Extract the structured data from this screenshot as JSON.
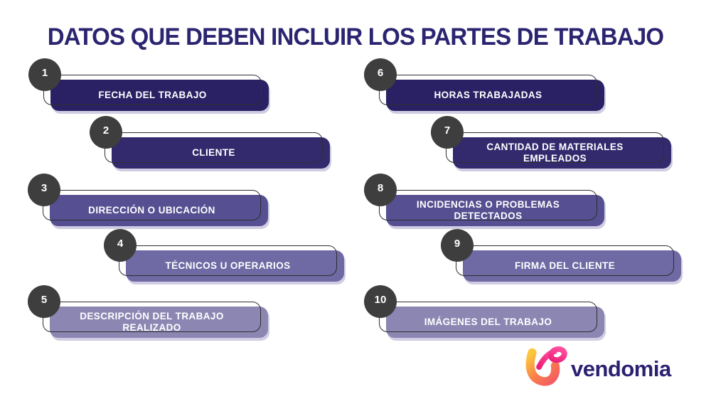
{
  "title": "DATOS QUE DEBEN INCLUIR LOS PARTES DE TRABAJO",
  "items": [
    {
      "number": "1",
      "label": "FECHA DEL TRABAJO",
      "color": "#2a2164"
    },
    {
      "number": "2",
      "label": "CLIENTE",
      "color": "#332a6e"
    },
    {
      "number": "3",
      "label": "DIRECCIÓN O UBICACIÓN",
      "color": "#564f91"
    },
    {
      "number": "4",
      "label": "TÉCNICOS U OPERARIOS",
      "color": "#6f69a4"
    },
    {
      "number": "5",
      "label": "DESCRIPCIÓN DEL TRABAJO REALIZADO",
      "color": "#8c86b3"
    },
    {
      "number": "6",
      "label": "HORAS TRABAJADAS",
      "color": "#2a2164"
    },
    {
      "number": "7",
      "label": "CANTIDAD DE MATERIALES EMPLEADOS",
      "color": "#332a6e"
    },
    {
      "number": "8",
      "label": "INCIDENCIAS O PROBLEMAS DETECTADOS",
      "color": "#564f91"
    },
    {
      "number": "9",
      "label": "FIRMA DEL CLIENTE",
      "color": "#6f69a4"
    },
    {
      "number": "10",
      "label": "IMÁGENES DEL TRABAJO",
      "color": "#8c86b3"
    }
  ],
  "logo": {
    "text": "vendomia",
    "mark_icon": "vendomia-u-swoosh-icon",
    "text_color": "#2b2171",
    "mark_gradient_start": "#fdc53c",
    "mark_gradient_mid": "#f97f4a",
    "mark_gradient_end": "#f45d63",
    "loop_gradient_start": "#ec1e79",
    "loop_gradient_end": "#ff55a1"
  },
  "colors": {
    "background": "#ffffff",
    "title": "#2b2470",
    "number_badge": "#3e3e3e",
    "bar_outline": "#2e2e2e",
    "bar_text": "#ffffff"
  }
}
